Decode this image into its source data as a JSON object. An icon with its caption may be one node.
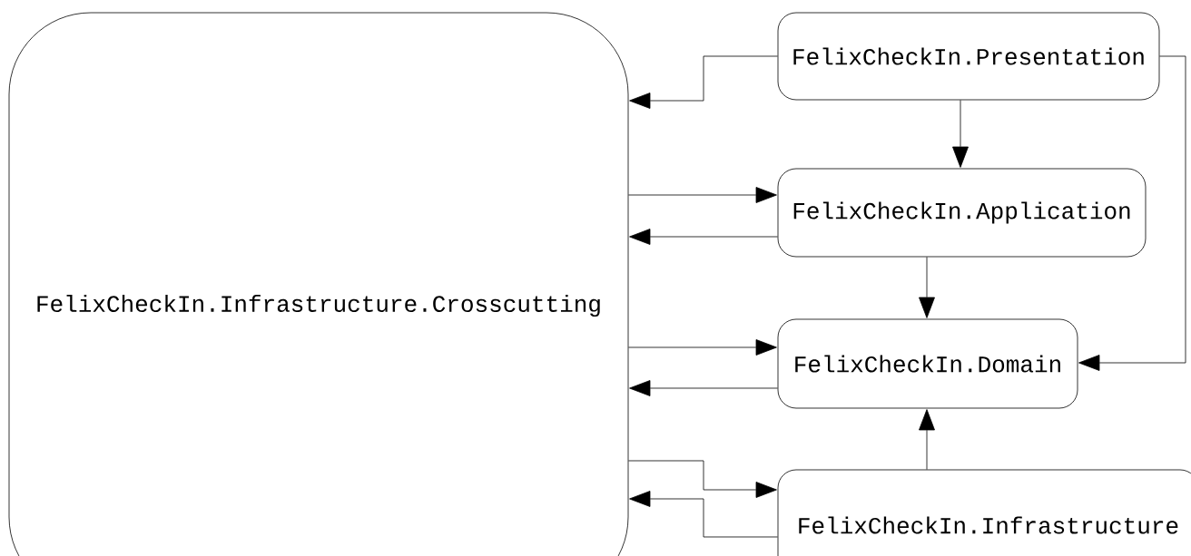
{
  "diagram": {
    "nodes": [
      {
        "text": [
          "FelixCheckIn.Infrastructure.Crosscutting"
        ]
      },
      {
        "text": [
          "FelixCheckIn.Presentation"
        ]
      },
      {
        "text": [
          "FelixCheckIn.Application"
        ]
      },
      {
        "text": [
          "FelixCheckIn.Domain"
        ]
      },
      {
        "text": [
          "FelixCheckIn.Infrastructure"
        ]
      }
    ],
    "edges": [
      {
        "from": 1,
        "to": 0,
        "arrow": "to"
      },
      {
        "from": 1,
        "to": 2,
        "arrow": "to"
      },
      {
        "from": 0,
        "to": 2,
        "arrow": "to"
      },
      {
        "from": 2,
        "to": 0,
        "arrow": "to"
      },
      {
        "from": 2,
        "to": 3,
        "arrow": "to"
      },
      {
        "from": 0,
        "to": 3,
        "arrow": "to"
      },
      {
        "from": 3,
        "to": 0,
        "arrow": "to"
      },
      {
        "from": 4,
        "to": 3,
        "arrow": "to"
      },
      {
        "from": 0,
        "to": 4,
        "arrow": "to"
      },
      {
        "from": 4,
        "to": 0,
        "arrow": "to"
      },
      {
        "from": 1,
        "to": 3,
        "arrow": "to"
      }
    ]
  }
}
